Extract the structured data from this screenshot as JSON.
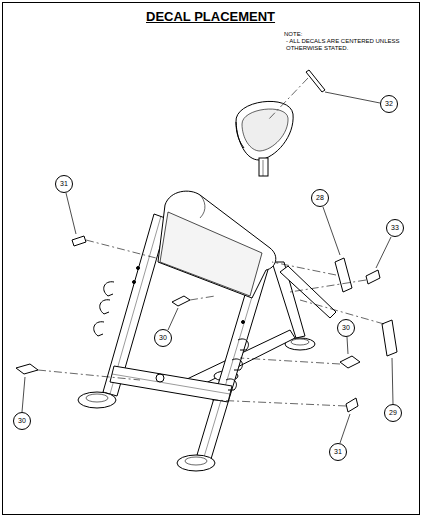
{
  "diagram": {
    "title": "DECAL PLACEMENT",
    "labels": [
      "NOTE:",
      "- ALL DECALS ARE CENTERED UNLESS OTHERWISE STATED.",
      "32",
      "31",
      "28",
      "33",
      "30",
      "30",
      "30",
      "29",
      "31"
    ]
  }
}
